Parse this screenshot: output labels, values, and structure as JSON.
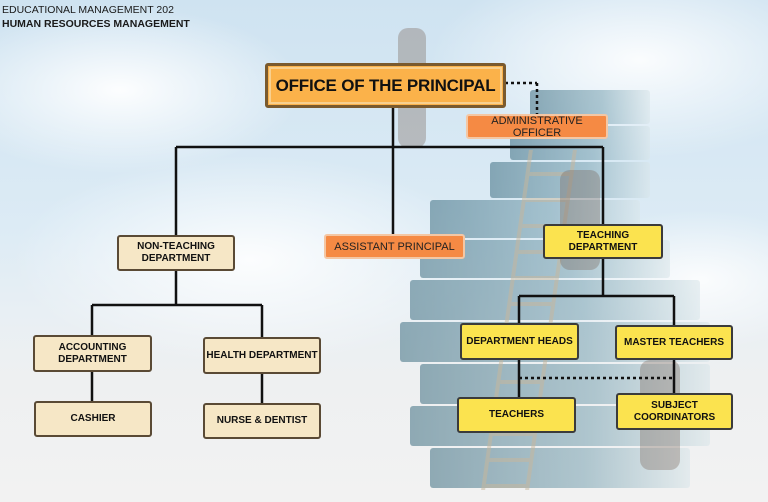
{
  "header": {
    "course": "EDUCATIONAL MANAGEMENT 202",
    "subject": "HUMAN RESOURCES MANAGEMENT"
  },
  "chart": {
    "principal": "OFFICE OF THE PRINCIPAL",
    "admin_officer": "ADMINISTRATIVE OFFICER",
    "assistant_principal": "ASSISTANT PRINCIPAL",
    "non_teaching": "NON-TEACHING DEPARTMENT",
    "teaching": "TEACHING DEPARTMENT",
    "accounting": "ACCOUNTING DEPARTMENT",
    "health": "HEALTH DEPARTMENT",
    "cashier": "CASHIER",
    "nurse": "NURSE & DENTIST",
    "dept_heads": "DEPARTMENT HEADS",
    "master_teachers": "MASTER TEACHERS",
    "teachers": "TEACHERS",
    "subject_coordinators": "SUBJECT COORDINATORS"
  },
  "colors": {
    "principal_fill": "#fbb24a",
    "staff_fill": "#f58a44",
    "non_teaching_fill": "#f6e7c6",
    "teaching_fill": "#fbe34f"
  }
}
